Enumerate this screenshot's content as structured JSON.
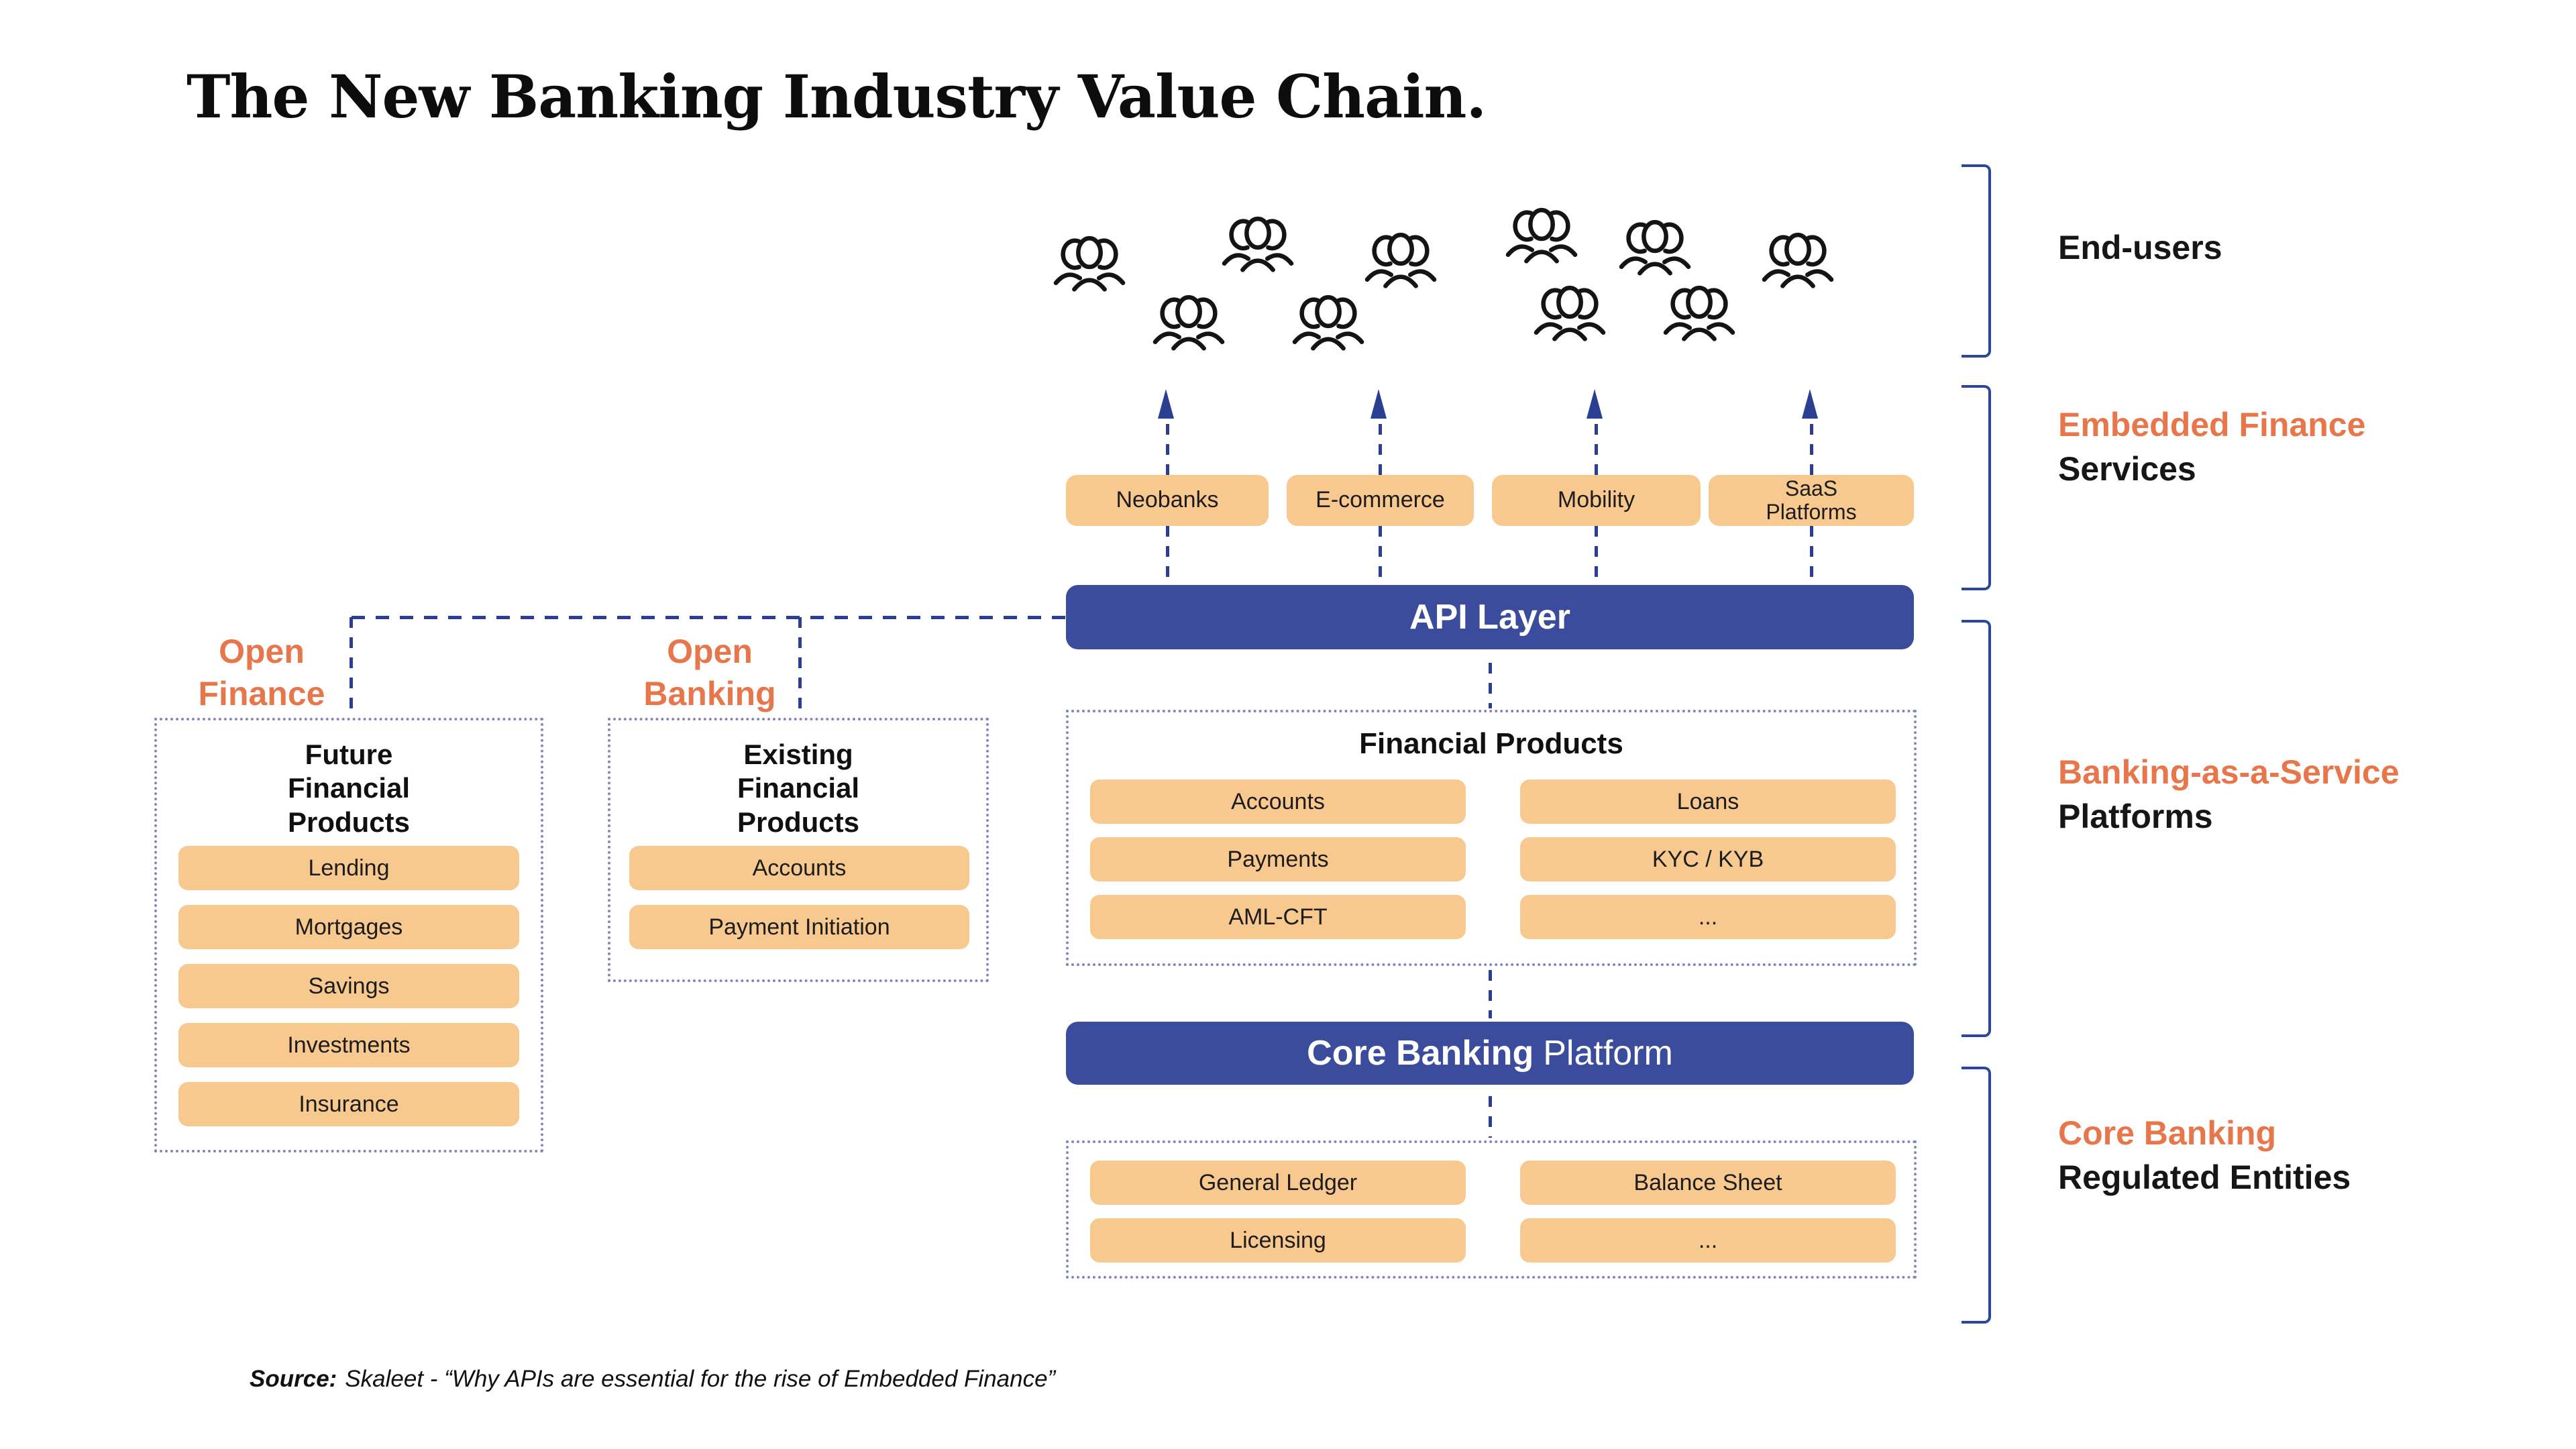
{
  "title": "The New Banking Industry Value Chain.",
  "colors": {
    "accent_orange": "#E8764B",
    "pill_orange": "#F8C98F",
    "bar_blue": "#3A4C9B",
    "dash_blue": "#2B3F92",
    "dotted_border": "#8087BC",
    "bracket_blue": "#2E459C"
  },
  "end_users": {
    "label": "End-users",
    "icon": "users-group-icon",
    "icon_count": 10
  },
  "embedded_finance": {
    "label_accent": "Embedded Finance",
    "label_rest": "Services",
    "boxes": [
      "Neobanks",
      "E-commerce",
      "Mobility",
      "SaaS Platforms"
    ]
  },
  "baas": {
    "label_accent": "Banking-as-a-Service",
    "label_rest": "Platforms"
  },
  "api_layer": {
    "label": "API Layer"
  },
  "financial_products": {
    "title": "Financial Products",
    "pills_left": [
      "Accounts",
      "Payments",
      "AML-CFT"
    ],
    "pills_right": [
      "Loans",
      "KYC / KYB",
      "..."
    ]
  },
  "core_banking_bar": {
    "label_bold": "Core Banking",
    "label_regular": "Platform"
  },
  "core_banking_section": {
    "label_accent": "Core Banking",
    "label_rest": "Regulated Entities",
    "pills_left": [
      "General Ledger",
      "Licensing"
    ],
    "pills_right": [
      "Balance Sheet",
      "..."
    ]
  },
  "open_finance": {
    "label": "Open Finance",
    "box_title": "Future Financial Products",
    "pills": [
      "Lending",
      "Mortgages",
      "Savings",
      "Investments",
      "Insurance"
    ]
  },
  "open_banking": {
    "label": "Open Banking",
    "box_title": "Existing Financial Products",
    "pills": [
      "Accounts",
      "Payment Initiation"
    ]
  },
  "source": {
    "prefix": "Source:",
    "text": "Skaleet - “Why APIs are essential for the rise of Embedded Finance”"
  }
}
